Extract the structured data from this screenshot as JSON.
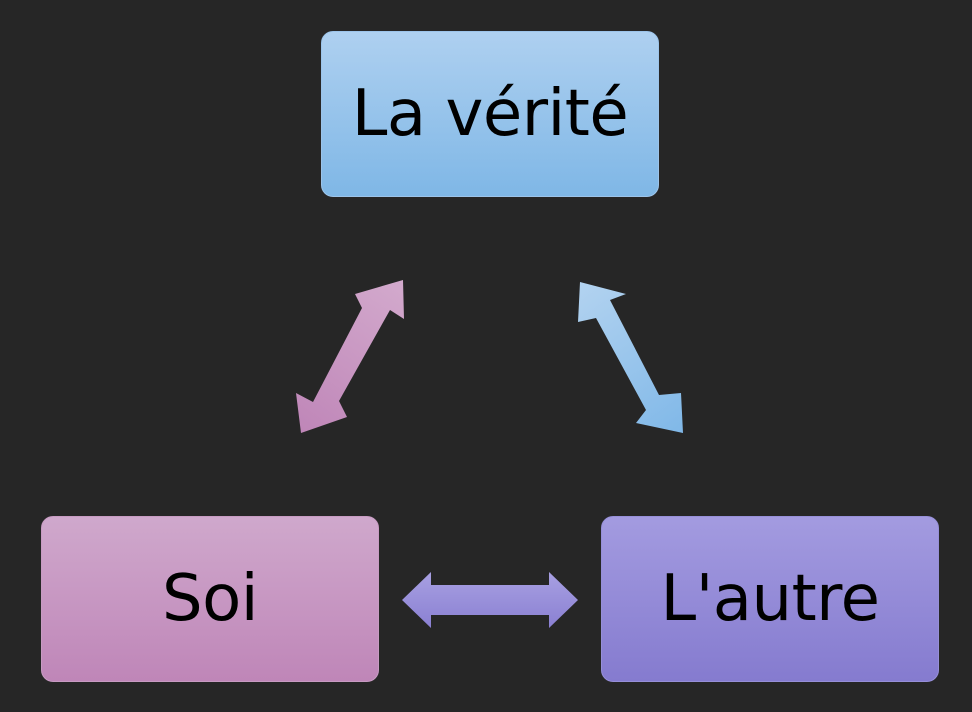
{
  "diagram": {
    "nodes": {
      "top": {
        "label": "La vérité"
      },
      "left": {
        "label": "Soi"
      },
      "right": {
        "label": "L'autre"
      }
    },
    "arrows": [
      {
        "from": "left",
        "to": "top",
        "type": "bidirectional"
      },
      {
        "from": "right",
        "to": "top",
        "type": "bidirectional"
      },
      {
        "from": "left",
        "to": "right",
        "type": "bidirectional"
      }
    ],
    "colors": {
      "background": "#262626",
      "top_node": "#9cc4ea",
      "left_node": "#c79bc2",
      "right_node": "#968fd8"
    }
  }
}
